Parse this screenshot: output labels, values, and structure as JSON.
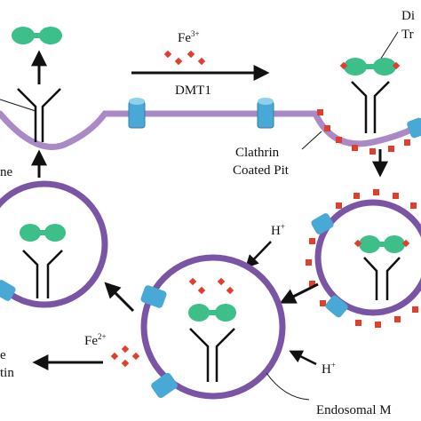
{
  "labels": {
    "fe3": "Fe3+",
    "dmt1": "DMT1",
    "clathrin_line1": "Clathrin",
    "clathrin_line2": "Coated Pit",
    "h_plus_upper": "H+",
    "h_plus_lower": "H+",
    "fe2": "Fe2+",
    "endosomal": "Endosomal M",
    "top_right_line1": "Di",
    "top_right_line2": "Tr",
    "left_line1": "ne",
    "bottom_left_line1": "e",
    "bottom_left_line2": "tin"
  },
  "colors": {
    "membrane": "#a98ac6",
    "vesicle": "#7a55a6",
    "transferrin": "#3dbf8a",
    "transporter": "#49a9d6",
    "iron": "#e0402b",
    "receptor": "#111111"
  },
  "icons": [
    "transferrin-icon",
    "receptor-icon",
    "dmt1-channel-icon",
    "iron-dot-icon"
  ]
}
